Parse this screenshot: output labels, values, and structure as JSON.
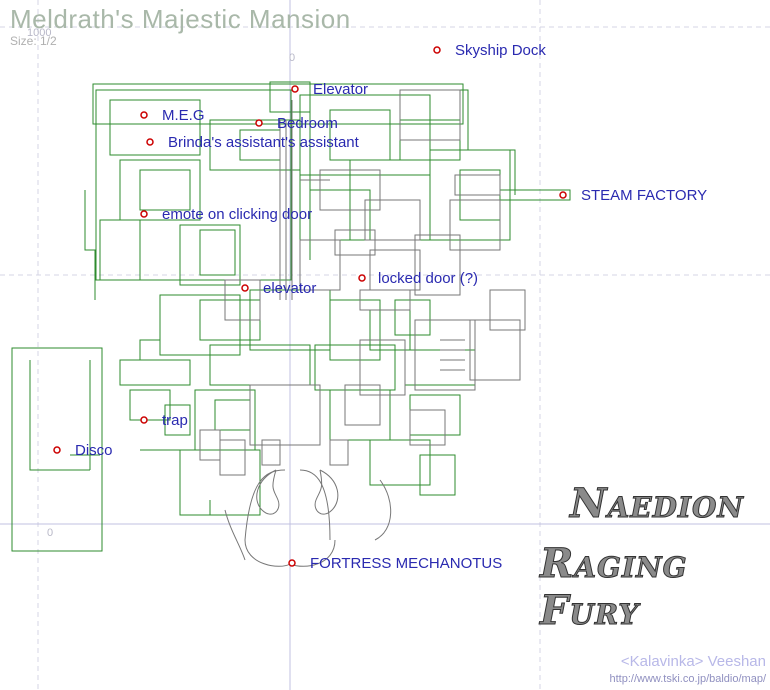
{
  "map": {
    "title": "Meldrath's Majestic Mansion",
    "size_label": "Size: 1/2",
    "coord_top": "1000",
    "coord_bottom": "0",
    "coord_marker": "0"
  },
  "markers": [
    {
      "id": "skyship-dock",
      "label": "Skyship Dock"
    },
    {
      "id": "elevator-upper",
      "label": "Elevator"
    },
    {
      "id": "meg",
      "label": "M.E.G"
    },
    {
      "id": "bedroom",
      "label": "Bedroom"
    },
    {
      "id": "brindas-assistant",
      "label": "Brinda's assistant's assistant"
    },
    {
      "id": "steam-factory",
      "label": "STEAM FACTORY"
    },
    {
      "id": "emote-door",
      "label": "emote on clicking door"
    },
    {
      "id": "locked-door",
      "label": "locked door (?)"
    },
    {
      "id": "elevator-lower",
      "label": "elevator"
    },
    {
      "id": "trap",
      "label": "trap"
    },
    {
      "id": "disco",
      "label": "Disco"
    },
    {
      "id": "fortress-mechanotus",
      "label": "FORTRESS MECHANOTUS"
    }
  ],
  "guild": {
    "line1": "Naedion",
    "line2": "Raging Fury"
  },
  "credit": {
    "author": "<Kalavinka> Veeshan",
    "url": "http://www.tski.co.jp/baldio/map/"
  },
  "colors": {
    "walls_green": "#2e8b2e",
    "walls_gray": "#777777",
    "label_blue": "#2a2ab0",
    "marker_red": "#cc0000",
    "grid": "#d0d0e0"
  }
}
